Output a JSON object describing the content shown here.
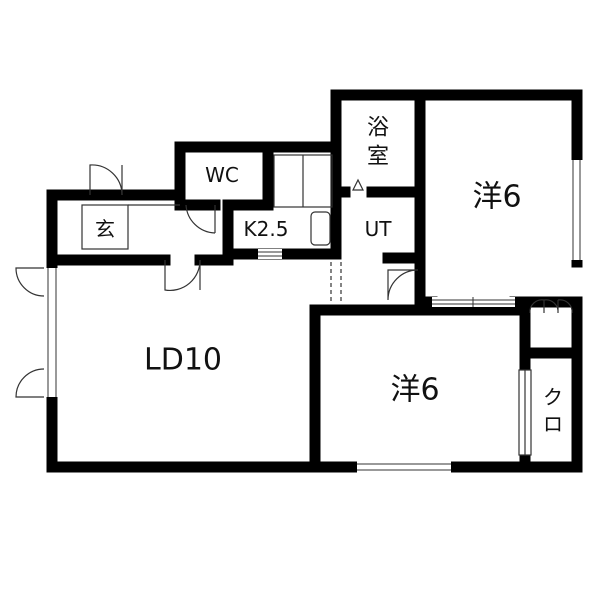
{
  "colors": {
    "wall": "#000000",
    "fixture": "#333333",
    "background": "#ffffff"
  },
  "rooms": {
    "ld": "LD10",
    "western_room_1": "洋6",
    "western_room_2": "洋6",
    "kitchen": "K2.5",
    "wc": "WC",
    "ut": "UT",
    "bath": {
      "line1": "浴",
      "line2": "室"
    },
    "entrance": "玄",
    "closet": {
      "line1": "ク",
      "line2": "ロ"
    }
  }
}
